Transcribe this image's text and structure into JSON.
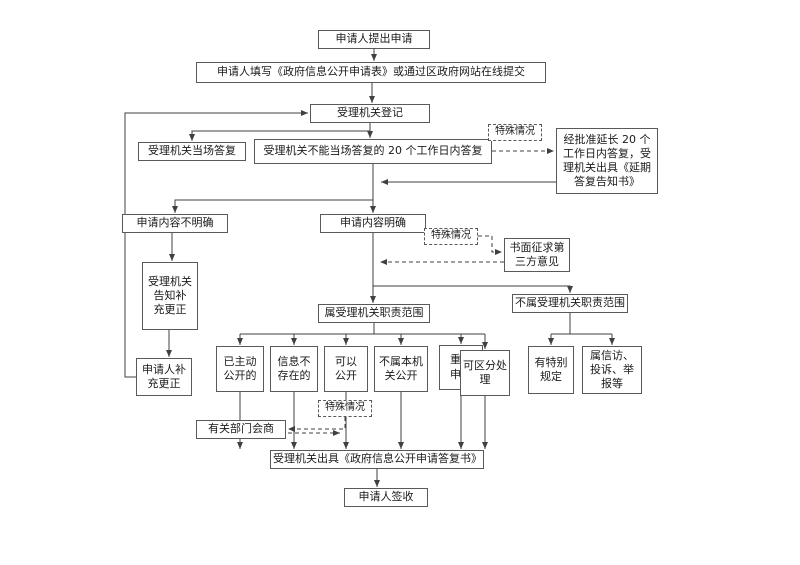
{
  "colors": {
    "line": "#404040",
    "border": "#595959",
    "background": "#ffffff",
    "text": "#1a1a1a"
  },
  "nodes": {
    "apply": {
      "label": "申请人提出申请"
    },
    "fillform": {
      "label": "申请人填写《政府信息公开申请表》或通过区政府网站在线提交"
    },
    "register": {
      "label": "受理机关登记"
    },
    "onspot": {
      "label": "受理机关当场答复"
    },
    "within20": {
      "label": "受理机关不能当场答复的 20 个工作日内答复"
    },
    "special1": {
      "label": "特殊情况"
    },
    "extend": {
      "label": "经批准延长 20 个\n工作日内答复，受\n理机关出具《延期\n答复告知书》"
    },
    "unclear": {
      "label": "申请内容不明确"
    },
    "clear": {
      "label": "申请内容明确"
    },
    "special2": {
      "label": "特殊情况"
    },
    "thirdparty": {
      "label": "书面征求第\n三方意见"
    },
    "notify": {
      "label": "受理机关\n告知补\n充更正"
    },
    "inscope": {
      "label": "属受理机关职责范围"
    },
    "outscope": {
      "label": "不属受理机关职责范围"
    },
    "supplement": {
      "label": "申请人补\n充更正"
    },
    "proactive": {
      "label": "已主动\n公开的"
    },
    "notexist": {
      "label": "信息不\n存在的"
    },
    "canopen": {
      "label": "可以\n公开"
    },
    "notthis": {
      "label": "不属本机\n关公开"
    },
    "repeat": {
      "label": "重复\n申请"
    },
    "separable": {
      "label": "可区分处\n理"
    },
    "specialrule": {
      "label": "有特别\n规定"
    },
    "petition": {
      "label": "属信访、\n投诉、举\n报等"
    },
    "special3": {
      "label": "特殊情况"
    },
    "consult": {
      "label": "有关部门会商"
    },
    "reply": {
      "label": "受理机关出具《政府信息公开申请答复书》"
    },
    "sign": {
      "label": "申请人签收"
    }
  }
}
